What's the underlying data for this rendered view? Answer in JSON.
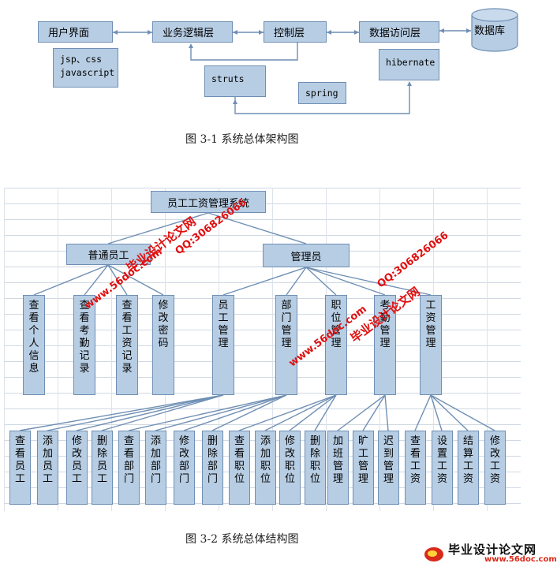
{
  "fig1": {
    "caption": "图 3-1  系统总体架构图",
    "layers": {
      "ui": "用户界面",
      "business": "业务逻辑层",
      "control": "控制层",
      "data_access": "数据访问层",
      "database": "数据库"
    },
    "notes": {
      "frontend": "jsp、css\njavascript",
      "struts": "struts",
      "spring": "spring",
      "hibernate": "hibernate"
    }
  },
  "fig2": {
    "caption": "图 3-2  系统总体结构图",
    "root": "员工工资管理系统",
    "roles": {
      "employee": "普通员工",
      "admin": "管理员"
    },
    "employee_functions": [
      "查看个人信息",
      "查看考勤记录",
      "查看工资记录",
      "修改密码"
    ],
    "admin_modules": [
      "员工管理",
      "部门管理",
      "职位管理",
      "考勤管理",
      "工资管理"
    ],
    "leaf_functions": [
      "查看员工",
      "添加员工",
      "修改员工",
      "删除员工",
      "查看部门",
      "添加部门",
      "修改部门",
      "删除部门",
      "查看职位",
      "添加职位",
      "修改职位",
      "删除职位",
      "加班管理",
      "旷工管理",
      "迟到管理",
      "查看工资",
      "设置工资",
      "结算工资",
      "修改工资"
    ]
  },
  "watermarks": {
    "site_cn": "毕业设计论文网",
    "site_url": "www.56doc.com",
    "qq": "QQ:306826066",
    "footer_cn": "毕业设计论文网",
    "footer_url": "www.56doc.com"
  },
  "colors": {
    "box_fill": "#b7cde3",
    "box_border": "#6f8fb4",
    "watermark": "#e01010"
  }
}
